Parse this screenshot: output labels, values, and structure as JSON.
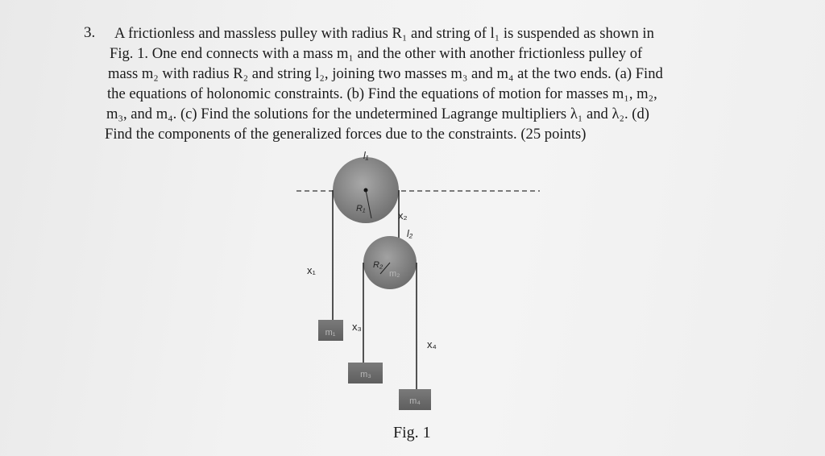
{
  "problem": {
    "number": "3.",
    "lines": [
      "A frictionless and massless pulley with radius R₁ and string of l₁ is suspended as shown in",
      "Fig. 1. One end connects with a mass m₁ and the other with another frictionless pulley of",
      "mass m₂ with radius R₂ and string l₂, joining two masses m₃ and m₄ at the two ends. (a) Find",
      "the equations of holonomic constraints. (b) Find the equations of motion for masses m₁, m₂,",
      "m₃, and m₄. (c) Find the solutions for the undetermined Lagrange multipliers λ₁ and λ₂. (d)",
      "Find the components of the generalized forces due to the constraints. (25 points)"
    ]
  },
  "figure": {
    "labels": {
      "l1": "l₁",
      "l2": "l₂",
      "x1": "x₁",
      "x2": "x₂",
      "x3": "x₃",
      "x4": "x₄",
      "R1": "R₁",
      "R2": "R₂",
      "m1": "m₁",
      "m2": "m₂",
      "m3": "m₃",
      "m4": "m₄"
    },
    "caption": "Fig. 1"
  }
}
